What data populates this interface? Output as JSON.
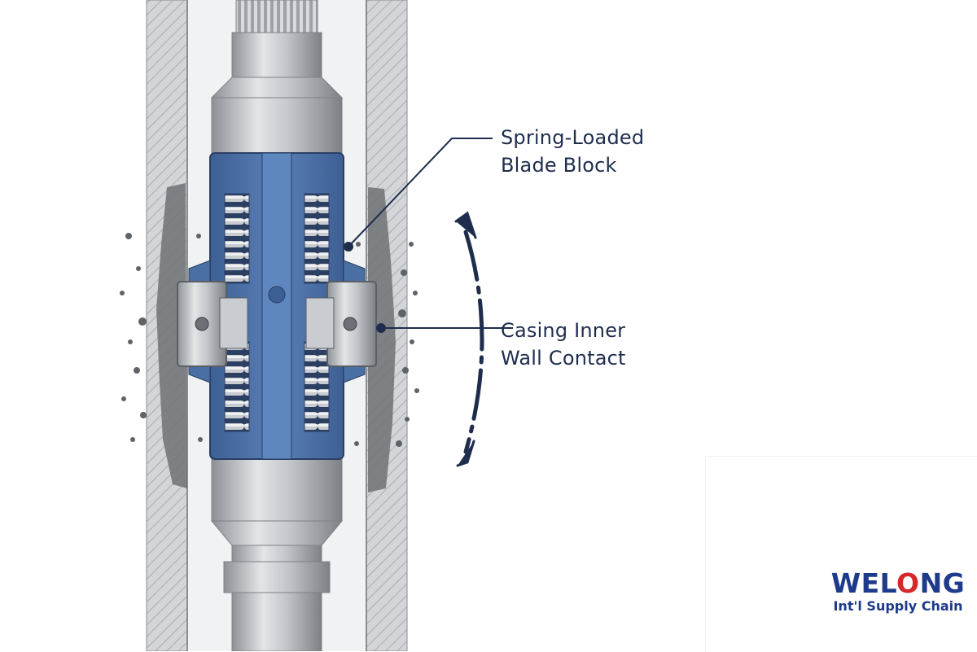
{
  "labels": {
    "blade": [
      "Spring-Loaded",
      "Blade Block"
    ],
    "contact": [
      "Casing Inner",
      "Wall Contact"
    ]
  },
  "logo": {
    "word_before": "WEL",
    "word_o": "O",
    "word_after": "NG",
    "tagline": "Int'l Supply Chain"
  },
  "colors": {
    "blue": "#4a6fa5",
    "dark_blue": "#3d5f94",
    "steel": "#b9bcc0",
    "annotation": "#1f2d4d",
    "logo_blue": "#1e3a8a",
    "logo_red": "#d62828"
  }
}
